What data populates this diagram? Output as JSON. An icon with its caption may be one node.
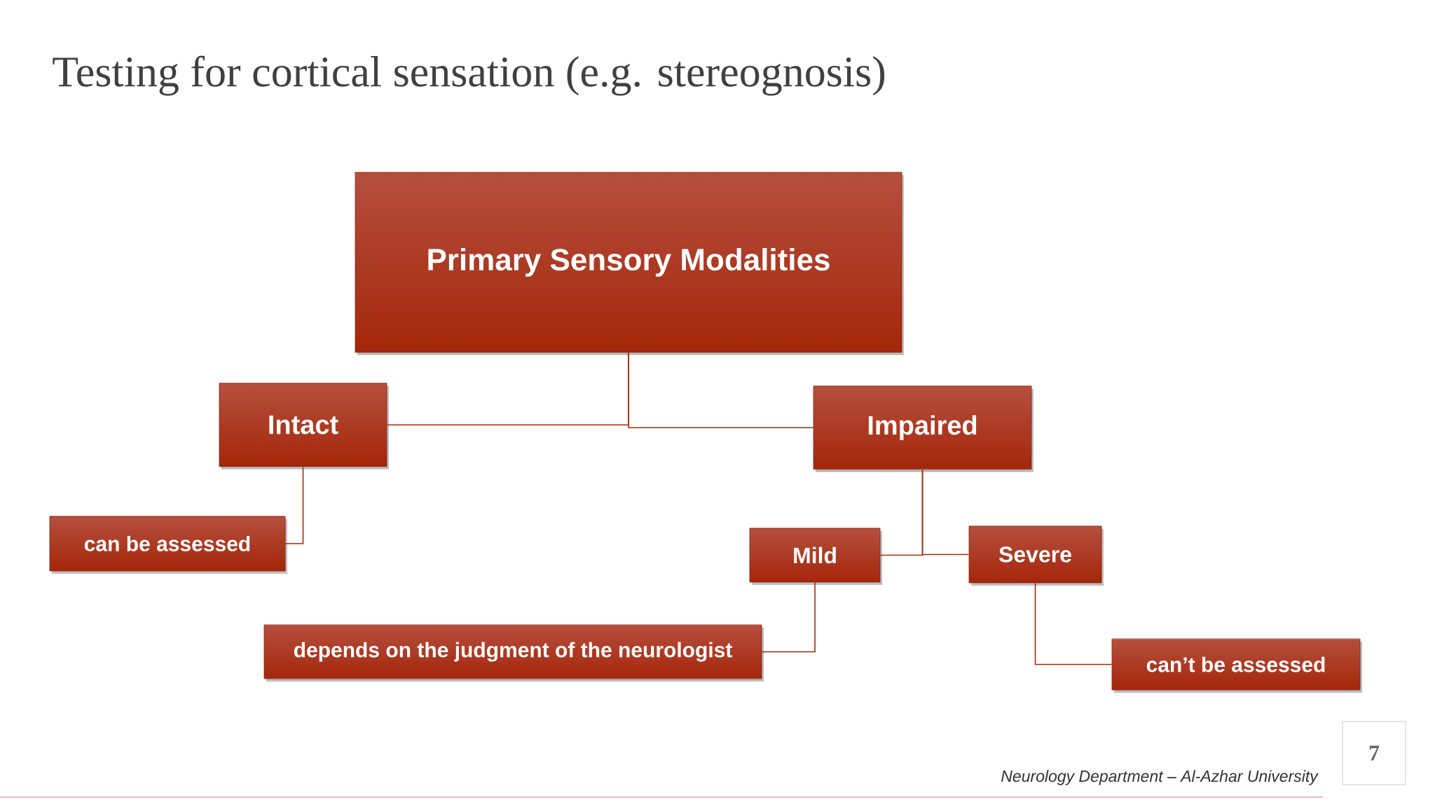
{
  "diagram": {
    "title": "Testing for cortical sensation (e.g. stereognosis)",
    "nodes": [
      {
        "text": [
          "Primary Sensory Modalities"
        ]
      },
      {
        "text": [
          "Intact"
        ]
      },
      {
        "text": [
          "Impaired"
        ]
      },
      {
        "text": [
          "can be assessed"
        ]
      },
      {
        "text": [
          "Mild"
        ]
      },
      {
        "text": [
          "Severe"
        ]
      },
      {
        "text": [
          "depends on the judgment of the neurologist"
        ]
      },
      {
        "text": [
          "can’t be assessed"
        ]
      }
    ],
    "edges": [
      {
        "from": 0,
        "to": 1,
        "arrow": "none"
      },
      {
        "from": 0,
        "to": 2,
        "arrow": "none"
      },
      {
        "from": 1,
        "to": 3,
        "arrow": "none"
      },
      {
        "from": 2,
        "to": 4,
        "arrow": "none"
      },
      {
        "from": 2,
        "to": 5,
        "arrow": "none"
      },
      {
        "from": 4,
        "to": 6,
        "arrow": "none"
      },
      {
        "from": 5,
        "to": 7,
        "arrow": "none"
      }
    ],
    "labels": [
      "Neurology Department – Al-Azhar University",
      "7"
    ]
  }
}
